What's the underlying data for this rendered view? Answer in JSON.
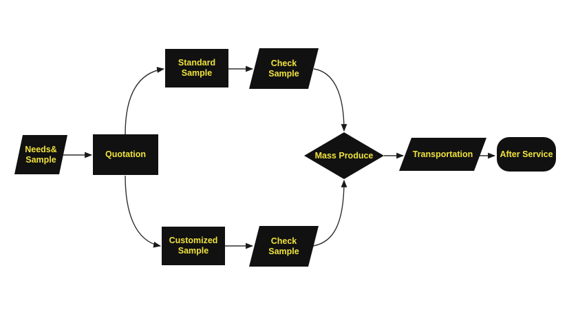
{
  "diagram": {
    "colors": {
      "background": "#ffffff",
      "node_fill": "#111111",
      "label_text": "#efe23d",
      "connector": "#2e2e2e"
    },
    "nodes": [
      {
        "id": "needs-sample",
        "shape": "parallelogram",
        "label": "Needs&\nSample"
      },
      {
        "id": "quotation",
        "shape": "rectangle",
        "label": "Quotation"
      },
      {
        "id": "standard-sample",
        "shape": "rectangle",
        "label": "Standard\nSample"
      },
      {
        "id": "check-sample-top",
        "shape": "parallelogram",
        "label": "Check\nSample"
      },
      {
        "id": "customized-sample",
        "shape": "rectangle",
        "label": "Customized\nSample"
      },
      {
        "id": "check-sample-bottom",
        "shape": "parallelogram",
        "label": "Check\nSample"
      },
      {
        "id": "mass-produce",
        "shape": "diamond",
        "label": "Mass Produce"
      },
      {
        "id": "transportation",
        "shape": "parallelogram",
        "label": "Transportation"
      },
      {
        "id": "after-service",
        "shape": "terminator",
        "label": "After Service"
      }
    ],
    "edges": [
      {
        "from": "needs-sample",
        "to": "quotation"
      },
      {
        "from": "quotation",
        "to": "standard-sample"
      },
      {
        "from": "quotation",
        "to": "customized-sample"
      },
      {
        "from": "standard-sample",
        "to": "check-sample-top"
      },
      {
        "from": "customized-sample",
        "to": "check-sample-bottom"
      },
      {
        "from": "check-sample-top",
        "to": "mass-produce"
      },
      {
        "from": "check-sample-bottom",
        "to": "mass-produce"
      },
      {
        "from": "mass-produce",
        "to": "transportation"
      },
      {
        "from": "transportation",
        "to": "after-service"
      }
    ]
  }
}
